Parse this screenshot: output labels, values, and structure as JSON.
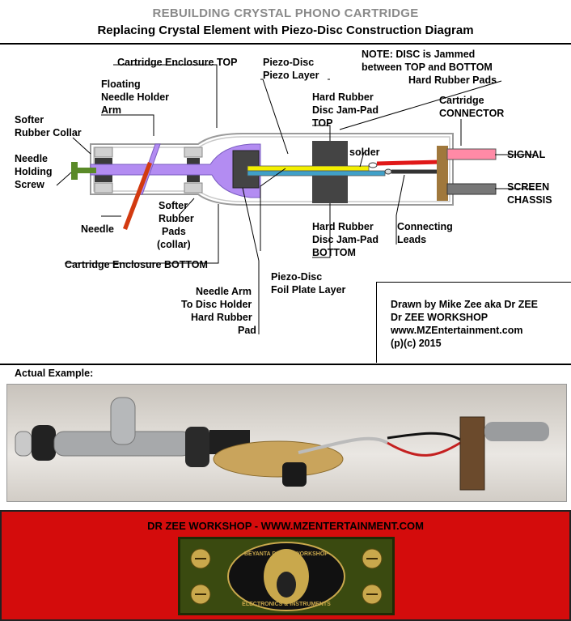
{
  "header": {
    "title": "REBUILDING CRYSTAL PHONO CARTRIDGE",
    "subtitle": "Replacing Crystal Element with Piezo-Disc Construction Diagram"
  },
  "labels": {
    "enclosure_top": "Cartridge Enclosure TOP",
    "floating_1": "Floating",
    "floating_2": "Needle Holder",
    "floating_3": "Arm",
    "collar_1": "Softer",
    "collar_2": "Rubber Collar",
    "screw_1": "Needle",
    "screw_2": "Holding",
    "screw_3": "Screw",
    "needle": "Needle",
    "pads_1": "Softer",
    "pads_2": "Rubber",
    "pads_3": "Pads",
    "pads_4": "(collar)",
    "enclosure_bottom": "Cartridge Enclosure BOTTOM",
    "piezo_1": "Piezo-Disc",
    "piezo_2": "Piezo Layer",
    "note_1": "NOTE: DISC is Jammed",
    "note_2": "between TOP and BOTTOM",
    "note_3": "Hard Rubber Pads",
    "jam_top_1": "Hard Rubber",
    "jam_top_2": "Disc Jam-Pad",
    "jam_top_3": "TOP",
    "connector_1": "Cartridge",
    "connector_2": "CONNECTOR",
    "solder": "solder",
    "signal": "SIGNAL",
    "screen_1": "SCREEN",
    "screen_2": "CHASSIS",
    "jam_bottom_1": "Hard Rubber",
    "jam_bottom_2": "Disc Jam-Pad",
    "jam_bottom_3": "BOTTOM",
    "leads_1": "Connecting",
    "leads_2": "Leads",
    "foil_1": "Piezo-Disc",
    "foil_2": "Foil Plate Layer",
    "arm_pad_1": "Needle Arm",
    "arm_pad_2": "To Disc Holder",
    "arm_pad_3": "Hard Rubber",
    "arm_pad_4": "Pad"
  },
  "credit": {
    "line1": "Drawn by Mike Zee aka Dr ZEE",
    "line2": "Dr ZEE WORKSHOP",
    "line3": "www.MZEntertainment.com",
    "line4": "(p)(c) 2015"
  },
  "photo": {
    "caption": "Actual Example:"
  },
  "banner": {
    "title": "DR ZEE WORKSHOP - WWW.MZENTERTAINMENT.COM",
    "logo_text_top": "BEYANTA DR ZEE WORKSHOP",
    "logo_text_bottom": "ELECTRONICS & INSTRUMENTS"
  },
  "colors": {
    "arm": "#b38cf2",
    "screw": "#5a8a28",
    "needle": "#d23a10",
    "piezo": "#f4f000",
    "foil": "#40a0c8",
    "signal_wire": "#e01818",
    "connector": "#a0783c",
    "signal_pin": "#ff8aa6",
    "banner": "#d40c0c"
  }
}
